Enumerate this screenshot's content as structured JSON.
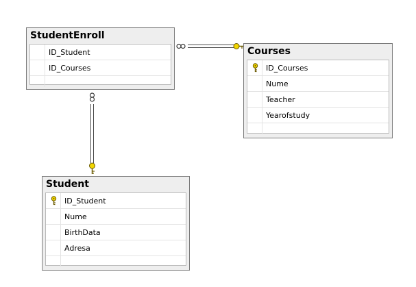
{
  "colors": {
    "key_fill": "#f2d600",
    "key_stroke": "#6b5a00",
    "line": "#4a4a4a"
  },
  "tables": {
    "student_enroll": {
      "title": "StudentEnroll",
      "columns": [
        {
          "name": "ID_Student",
          "primary_key": false
        },
        {
          "name": "ID_Courses",
          "primary_key": false
        }
      ]
    },
    "courses": {
      "title": "Courses",
      "columns": [
        {
          "name": "ID_Courses",
          "primary_key": true
        },
        {
          "name": "Nume",
          "primary_key": false
        },
        {
          "name": "Teacher",
          "primary_key": false
        },
        {
          "name": "Yearofstudy",
          "primary_key": false
        }
      ]
    },
    "student": {
      "title": "Student",
      "columns": [
        {
          "name": "ID_Student",
          "primary_key": true
        },
        {
          "name": "Nume",
          "primary_key": false
        },
        {
          "name": "BirthData",
          "primary_key": false
        },
        {
          "name": "Adresa",
          "primary_key": false
        }
      ]
    }
  },
  "relationships": [
    {
      "from": "StudentEnroll",
      "to": "Courses",
      "from_end": "many",
      "to_end": "one"
    },
    {
      "from": "StudentEnroll",
      "to": "Student",
      "from_end": "many",
      "to_end": "one"
    }
  ]
}
